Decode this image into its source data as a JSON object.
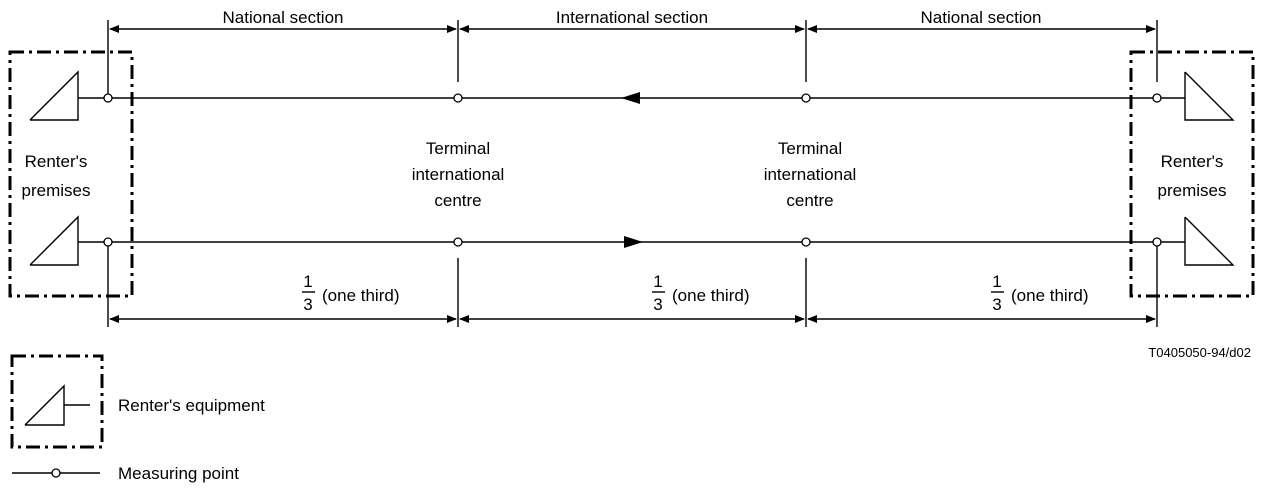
{
  "sections": {
    "left": "National section",
    "middle": "International section",
    "right": "National section"
  },
  "renters_premises": {
    "left": {
      "line1": "Renter's",
      "line2": "premises"
    },
    "right": {
      "line1": "Renter's",
      "line2": "premises"
    }
  },
  "terminal_centres": {
    "left": {
      "line1": "Terminal",
      "line2": "international",
      "line3": "centre"
    },
    "right": {
      "line1": "Terminal",
      "line2": "international",
      "line3": "centre"
    }
  },
  "thirds": [
    {
      "num": "1",
      "den": "3",
      "text": "(one third)"
    },
    {
      "num": "1",
      "den": "3",
      "text": "(one third)"
    },
    {
      "num": "1",
      "den": "3",
      "text": "(one third)"
    }
  ],
  "figure_code": "T0405050-94/d02",
  "legend": {
    "equipment": "Renter's equipment",
    "measuring_point": "Measuring point"
  }
}
